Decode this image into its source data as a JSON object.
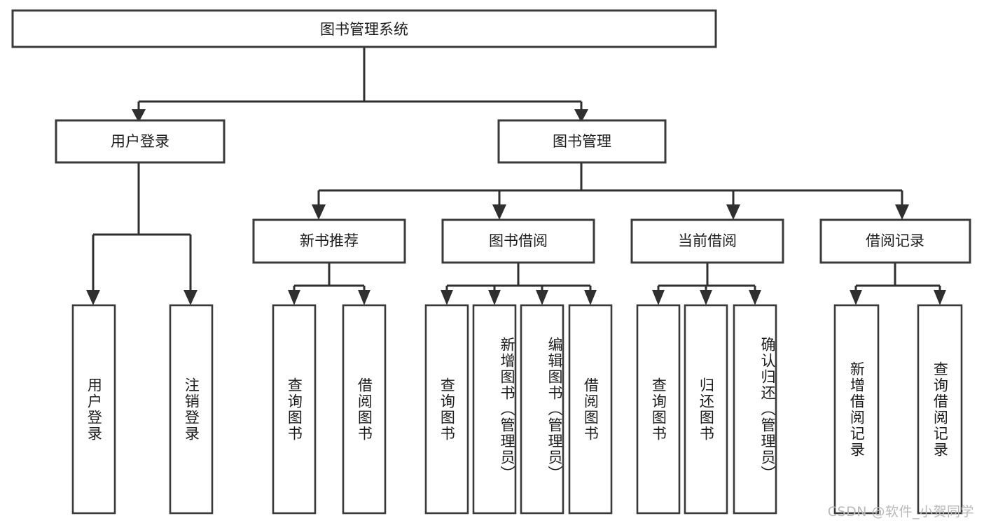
{
  "diagram": {
    "type": "tree-hierarchy",
    "title": "图书管理系统",
    "watermark": "CSDN @软件_小贺同学",
    "colors": {
      "box_stroke": "#3a3a3a",
      "connector": "#2f2f2f",
      "box_fill": "#ffffff",
      "text": "#1c1c1c",
      "watermark": "#b9b9b9"
    },
    "root": {
      "label": "图书管理系统"
    },
    "level2": [
      {
        "label": "用户登录"
      },
      {
        "label": "图书管理"
      }
    ],
    "level3": [
      {
        "label": "新书推荐"
      },
      {
        "label": "图书借阅"
      },
      {
        "label": "当前借阅"
      },
      {
        "label": "借阅记录"
      }
    ],
    "leaves": {
      "user_login": [
        {
          "label": "用户登录"
        },
        {
          "label": "注销登录"
        }
      ],
      "new_book_recommend": [
        {
          "label": "查询图书"
        },
        {
          "label": "借阅图书"
        }
      ],
      "book_borrow": [
        {
          "label": "查询图书"
        },
        {
          "label": "新增图书（管理员）"
        },
        {
          "label": "编辑图书（管理员）"
        },
        {
          "label": "借阅图书"
        }
      ],
      "current_borrow": [
        {
          "label": "查询图书"
        },
        {
          "label": "归还图书"
        },
        {
          "label": "确认归还（管理员）"
        }
      ],
      "borrow_record": [
        {
          "label": "新增借阅记录"
        },
        {
          "label": "查询借阅记录"
        }
      ]
    }
  }
}
